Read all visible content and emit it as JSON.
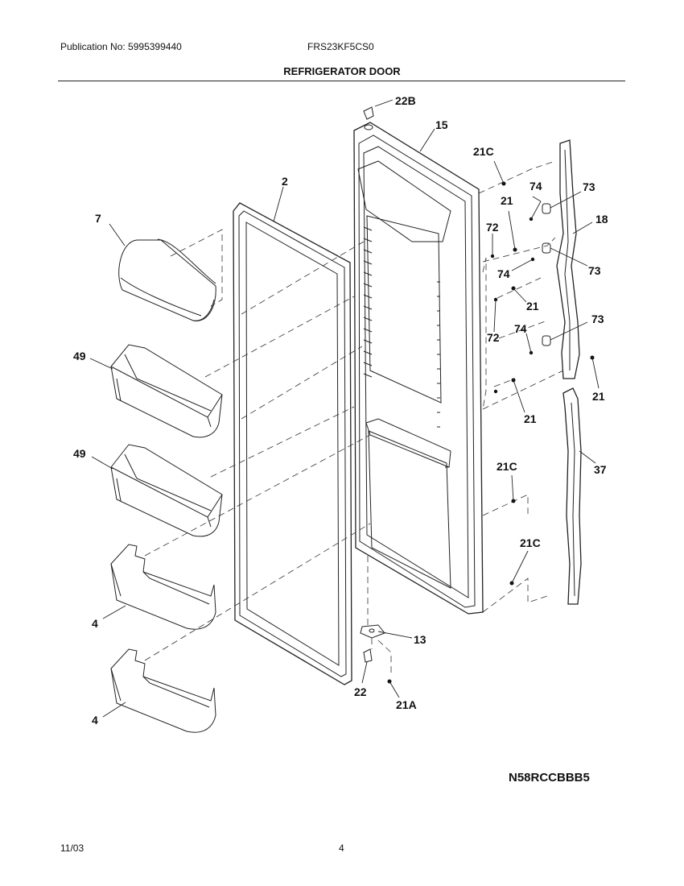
{
  "header": {
    "publication": "Publication No: 5995399440",
    "model": "FRS23KF5CS0",
    "title": "REFRIGERATOR DOOR"
  },
  "callouts": {
    "c22B": "22B",
    "c15": "15",
    "c21C_a": "21C",
    "c2": "2",
    "c74_a": "74",
    "c73_a": "73",
    "c21_a": "21",
    "c18": "18",
    "c7": "7",
    "c72_a": "72",
    "c74_b": "74",
    "c73_b": "73",
    "c21_b": "21",
    "c74_c": "74",
    "c73_c": "73",
    "c72_b": "72",
    "c49_a": "49",
    "c21_c": "21",
    "c21_d": "21",
    "c49_b": "49",
    "c37": "37",
    "c21C_b": "21C",
    "c21C_c": "21C",
    "c4_a": "4",
    "c13": "13",
    "c22": "22",
    "c21A": "21A",
    "c4_b": "4"
  },
  "diagram_code": "N58RCCBBB5",
  "footer": {
    "date": "11/03",
    "page": "4"
  }
}
